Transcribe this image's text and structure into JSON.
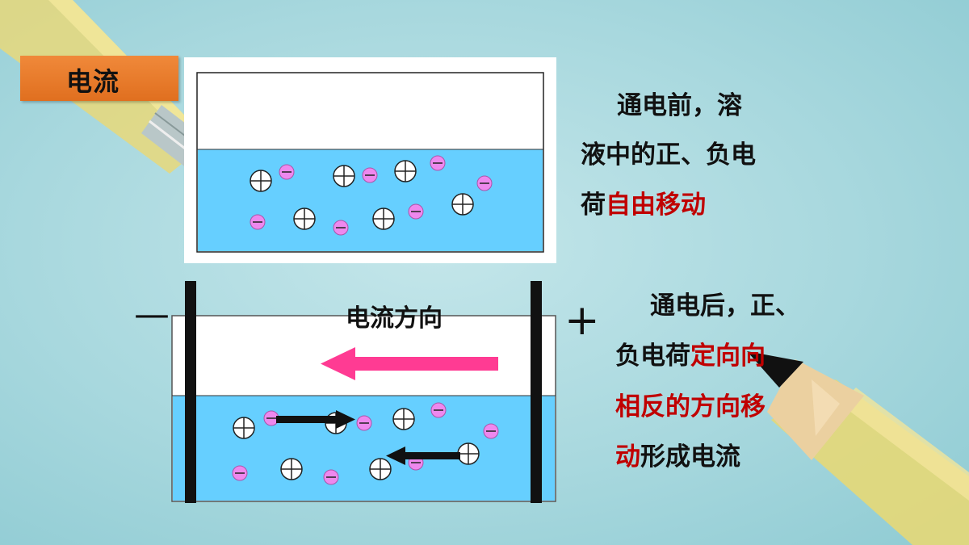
{
  "title": "电流",
  "before": {
    "line1": "通电前，溶",
    "line2": "液中的正、负电",
    "line3_black": "荷",
    "line3_red": "自由移动"
  },
  "after": {
    "line1": "通电后，正、",
    "line2_black": "负电荷",
    "line2_red": "定向向",
    "line3_red": "相反的方向移",
    "line4_red": "动",
    "line4_black": "形成电流"
  },
  "diagram": {
    "current_direction_label": "电流方向",
    "negative_sign": "—",
    "positive_sign": "+"
  },
  "colors": {
    "tab": "#ee8030",
    "solution": "#66cfff",
    "arrow": "#ff3b93",
    "negative_ion": "#ee88ee",
    "highlight": "#c00000"
  }
}
